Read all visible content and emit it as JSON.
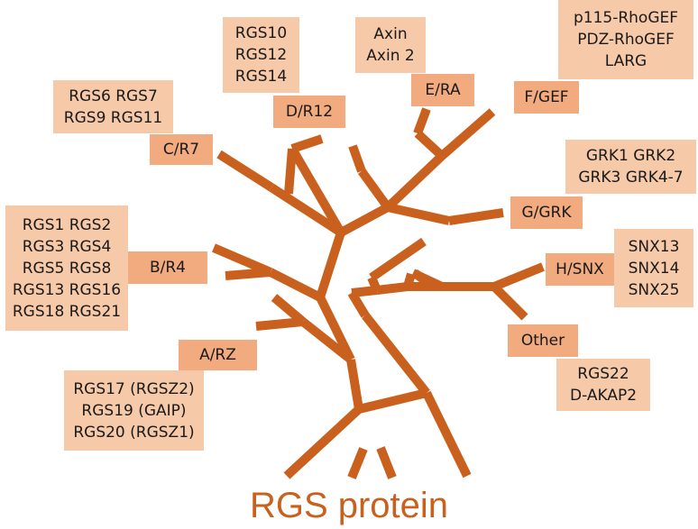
{
  "title": "RGS protein",
  "colors": {
    "tree": "#c9601e",
    "member_box": "#f6c9a8",
    "label_box": "#f2aa7f",
    "title": "#c9601e"
  },
  "families": {
    "a": {
      "label": "A/RZ",
      "members": [
        "RGS17 (RGSZ2)",
        "RGS19  (GAIP)",
        "RGS20  (RGSZ1)"
      ]
    },
    "b": {
      "label": "B/R4",
      "members": [
        "RGS1 RGS2",
        "RGS3 RGS4",
        "RGS5 RGS8",
        "RGS13 RGS16",
        "RGS18 RGS21"
      ]
    },
    "c": {
      "label": "C/R7",
      "members": [
        "RGS6 RGS7",
        "RGS9 RGS11"
      ]
    },
    "d": {
      "label": "D/R12",
      "members": [
        "RGS10",
        "RGS12",
        "RGS14"
      ]
    },
    "e": {
      "label": "E/RA",
      "members": [
        "Axin",
        "Axin 2"
      ]
    },
    "f": {
      "label": "F/GEF",
      "members": [
        "p115-RhoGEF",
        "PDZ-RhoGEF",
        "LARG"
      ]
    },
    "g": {
      "label": "G/GRK",
      "members": [
        "GRK1  GRK2",
        "GRK3  GRK4-7"
      ]
    },
    "h": {
      "label": "H/SNX",
      "members": [
        "SNX13",
        "SNX14",
        "SNX25"
      ]
    },
    "other": {
      "label": "Other",
      "members": [
        "RGS22",
        "D-AKAP2"
      ]
    }
  }
}
